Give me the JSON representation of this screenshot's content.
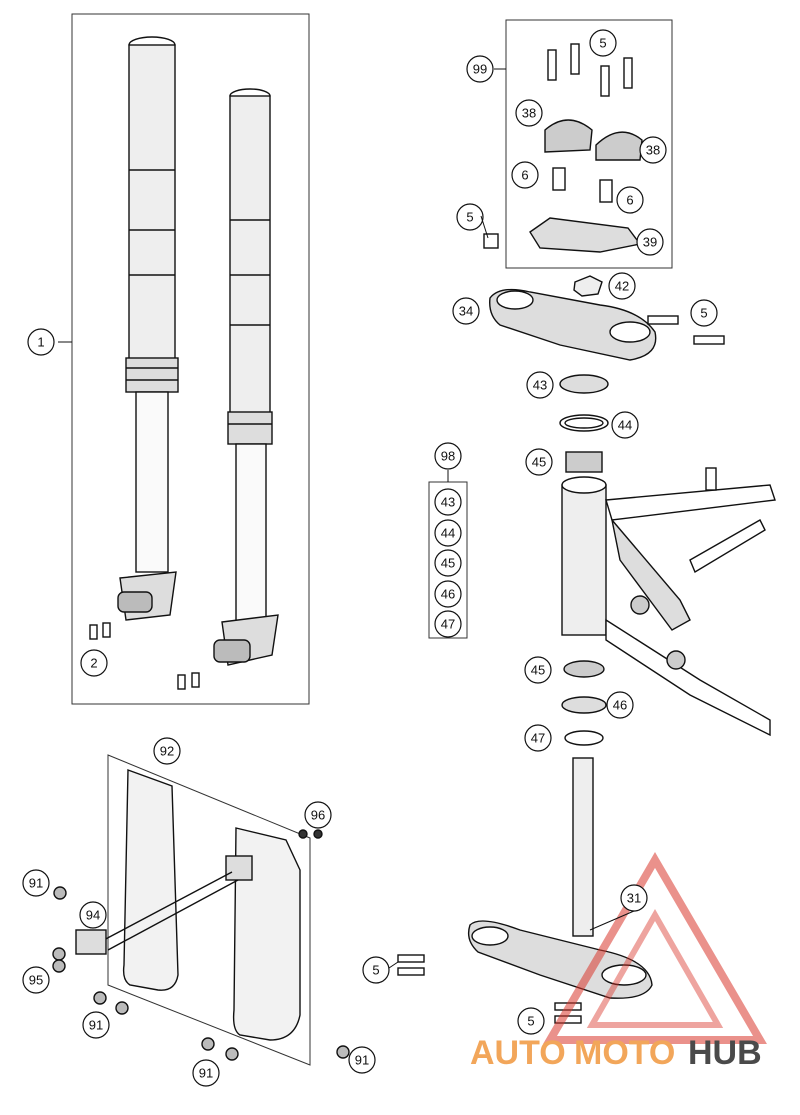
{
  "diagram": {
    "callouts": {
      "c1": "1",
      "c2": "2",
      "c5a": "5",
      "c99": "99",
      "c38a": "38",
      "c38b": "38",
      "c6a": "6",
      "c6b": "6",
      "c5b": "5",
      "c39": "39",
      "c42": "42",
      "c34": "34",
      "c5c": "5",
      "c43": "43",
      "c44": "44",
      "c98": "98",
      "c45a": "45",
      "k43": "43",
      "k44": "44",
      "k45": "45",
      "k46": "46",
      "k47": "47",
      "c45b": "45",
      "c46": "46",
      "c47": "47",
      "c92": "92",
      "c96": "96",
      "c91a": "91",
      "c94": "94",
      "c95": "95",
      "c91b": "91",
      "c5d": "5",
      "c31": "31",
      "c5e": "5",
      "c91c": "91",
      "c91d": "91"
    },
    "watermark": {
      "part1": "AUTO",
      "part2": "MOTO",
      "part3": "HUB",
      "color_light": "#f2a65a",
      "color_dark": "#4a4a4a",
      "accent": "#d9362b"
    }
  }
}
